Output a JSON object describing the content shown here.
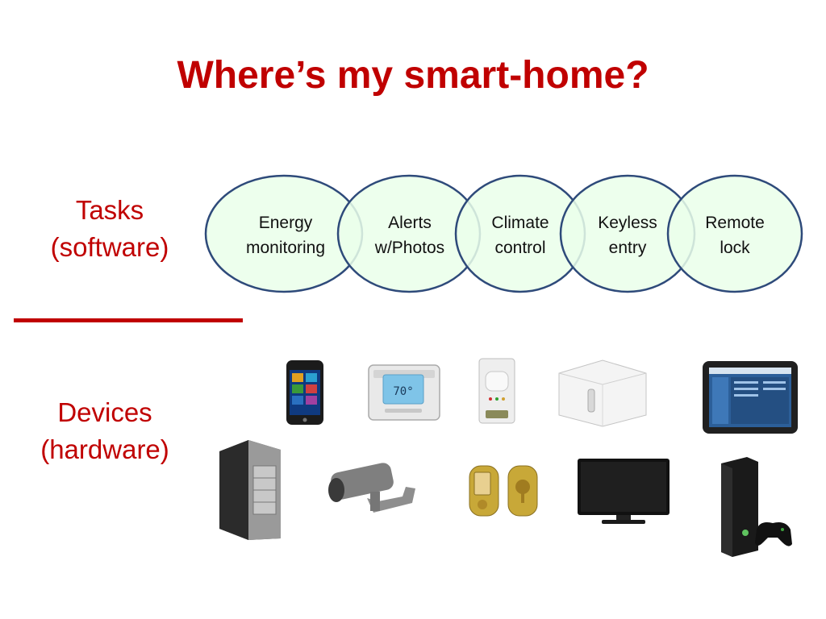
{
  "title": "Where’s my smart-home?",
  "tasks_label": {
    "line1": "Tasks",
    "line2": "(software)"
  },
  "devices_label": {
    "line1": "Devices",
    "line2": "(hardware)"
  },
  "tasks": [
    {
      "line1": "Energy",
      "line2": "monitoring"
    },
    {
      "line1": "Alerts",
      "line2": "w/Photos"
    },
    {
      "line1": "Climate",
      "line2": "control"
    },
    {
      "line1": "Keyless",
      "line2": "entry"
    },
    {
      "line1": "Remote",
      "line2": "lock"
    }
  ],
  "devices_top_row": [
    "smartphone",
    "thermostat",
    "motion-sensor",
    "network-hub",
    "tablet"
  ],
  "devices_bottom_row": [
    "server-tower",
    "security-camera",
    "door-lock",
    "television",
    "game-console"
  ],
  "thermostat_display": "70°",
  "colors": {
    "accent": "#c00000",
    "circle_fill": "#eaffea",
    "circle_stroke": "#2e4a7a"
  }
}
